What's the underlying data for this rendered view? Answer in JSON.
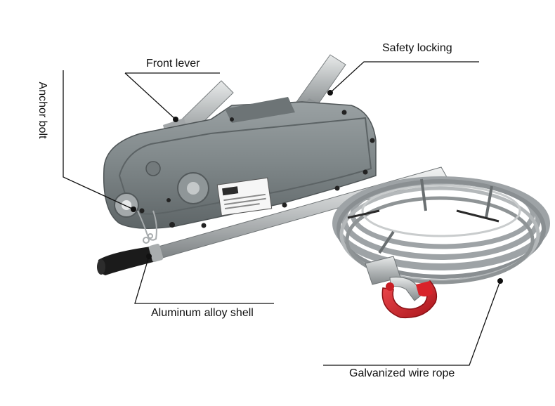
{
  "labels": {
    "front_lever": "Front lever",
    "safety_locking": "Safety locking",
    "anchor_bolt": "Anchor bolt",
    "aluminum_alloy_shell": "Aluminum alloy shell",
    "galvanized_wire_rope": "Galvanized wire rope"
  },
  "colors": {
    "background": "#ffffff",
    "housing": "#7e8688",
    "housing_dark": "#5e6567",
    "steel": "#b9bcbd",
    "rope": "#9ea3a6",
    "hook": "#d8232a",
    "callout_line": "#111111",
    "grip": "#1b1b1b"
  }
}
